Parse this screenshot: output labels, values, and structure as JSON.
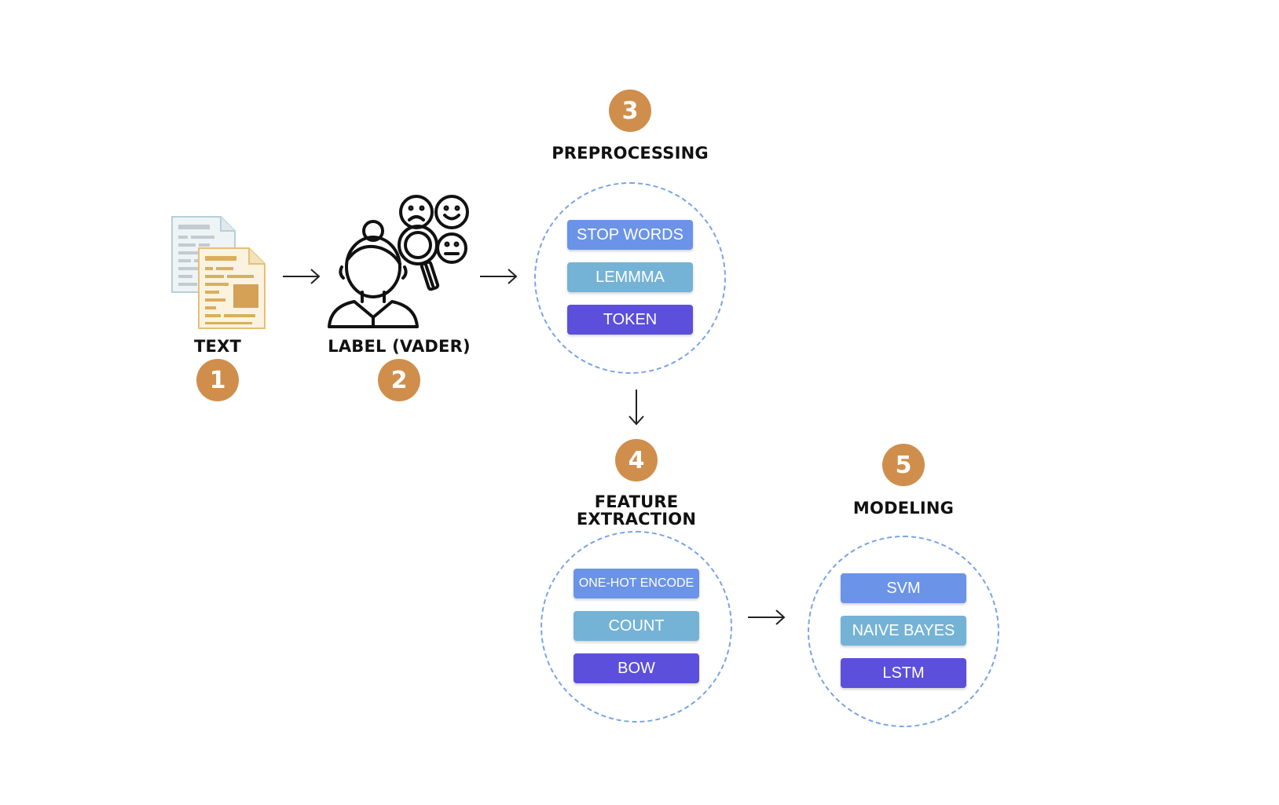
{
  "steps": [
    {
      "number": "1",
      "label": "TEXT"
    },
    {
      "number": "2",
      "label": "LABEL (VADER)"
    },
    {
      "number": "3",
      "label": "PREPROCESSING",
      "items": [
        "STOP WORDS",
        "LEMMMA",
        "TOKEN"
      ]
    },
    {
      "number": "4",
      "label_line1": "FEATURE",
      "label_line2": "EXTRACTION",
      "items": [
        "ONE-HOT ENCODE",
        "COUNT",
        "BOW"
      ]
    },
    {
      "number": "5",
      "label": "MODELING",
      "items": [
        "SVM",
        "NAIVE BAYES",
        "LSTM"
      ]
    }
  ],
  "icons": {
    "text": "documents-icon",
    "label": "person-with-magnifier-and-emoji-faces-icon",
    "arrow": "arrow-icon"
  },
  "colors": {
    "badge": "#d08e4c",
    "dashed_circle": "#7aa3e6",
    "pill_primary": "#6b93e8",
    "pill_secondary": "#74b3d6",
    "pill_tertiary": "#5b4fdb"
  }
}
